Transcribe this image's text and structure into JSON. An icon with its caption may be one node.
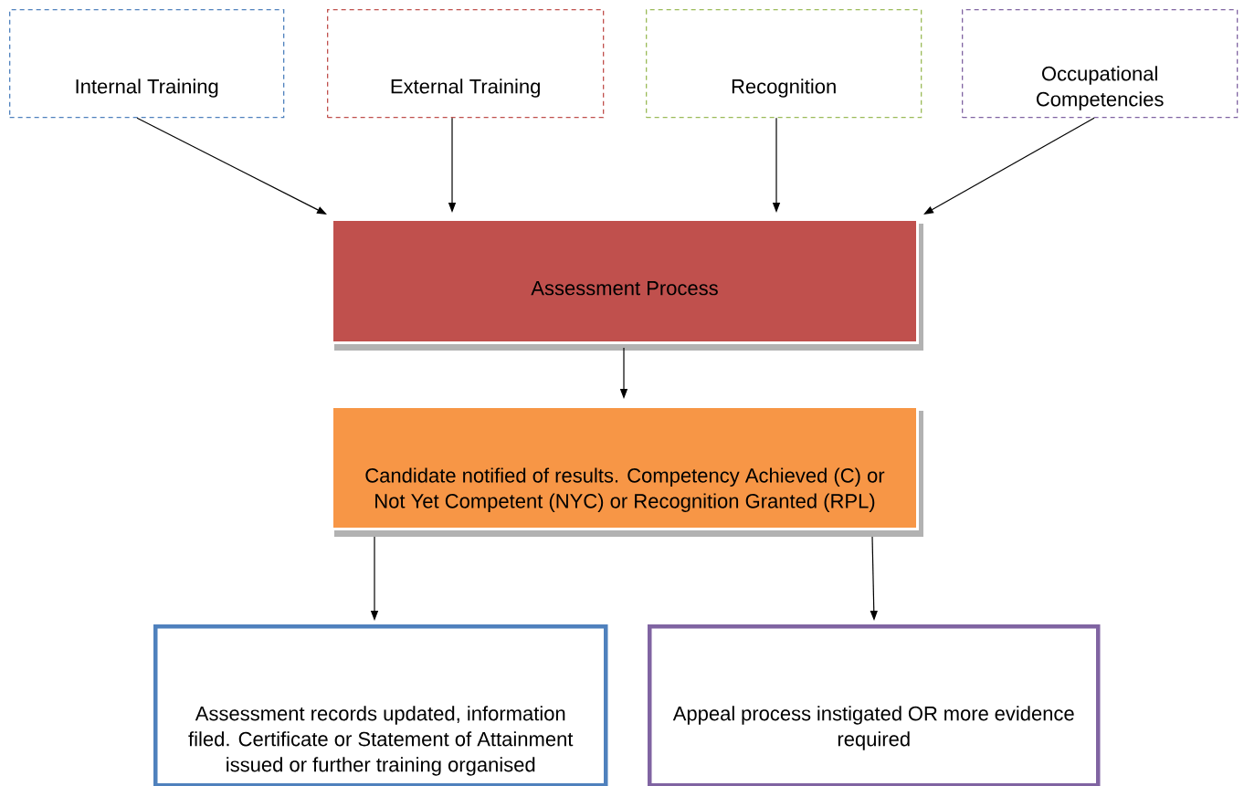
{
  "diagram": {
    "nodes": [
      {
        "text": [
          "Internal Training"
        ]
      },
      {
        "text": [
          "External Training"
        ]
      },
      {
        "text": [
          "Recognition"
        ]
      },
      {
        "text": [
          "Occupational Competencies"
        ]
      },
      {
        "text": [
          "Assessment Process"
        ]
      },
      {
        "text": [
          "Candidate notified of results.  Competency Achieved (C) or Not Yet Competent (NYC) or Recognition Granted (RPL)"
        ]
      },
      {
        "text": [
          "Assessment records updated, information filed.  Certificate or Statement of Attainment issued or further training organised"
        ]
      },
      {
        "text": [
          "Appeal process instigated OR more evidence required"
        ]
      }
    ],
    "edges": [
      {
        "from": 0,
        "to": 4,
        "arrow": "to"
      },
      {
        "from": 1,
        "to": 4,
        "arrow": "to"
      },
      {
        "from": 2,
        "to": 4,
        "arrow": "to"
      },
      {
        "from": 3,
        "to": 4,
        "arrow": "to"
      },
      {
        "from": 4,
        "to": 5,
        "arrow": "to"
      },
      {
        "from": 5,
        "to": 6,
        "arrow": "to"
      },
      {
        "from": 5,
        "to": 7,
        "arrow": "to"
      }
    ]
  }
}
